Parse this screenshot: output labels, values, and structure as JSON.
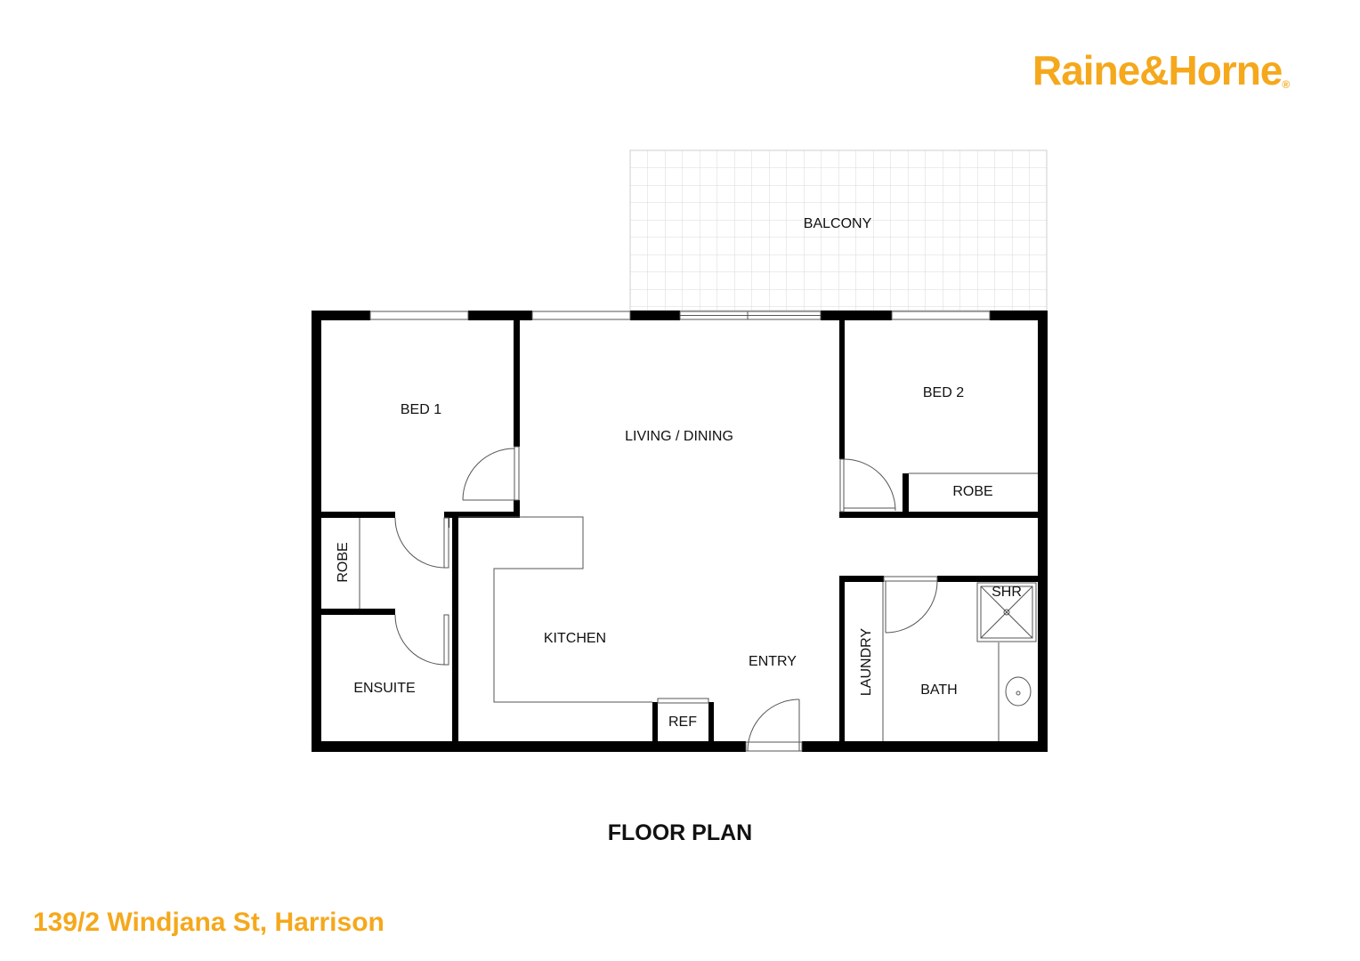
{
  "brand": {
    "name": "Raine&Horne",
    "registered_mark": "®",
    "color": "#F5A81C"
  },
  "floor_plan": {
    "title": "FLOOR PLAN",
    "rooms": {
      "balcony": "BALCONY",
      "bed1": "BED 1",
      "living_dining": "LIVING / DINING",
      "bed2": "BED 2",
      "robe_bed2": "ROBE",
      "robe_bed1": "ROBE",
      "kitchen": "KITCHEN",
      "entry": "ENTRY",
      "ensuite": "ENSUITE",
      "ref": "REF",
      "laundry": "LAUNDRY",
      "bath": "BATH",
      "shower": "SHR"
    },
    "colors": {
      "wall": "#000000",
      "grid": "#d8d8d8",
      "line": "#555555"
    }
  },
  "address": "139/2 Windjana St, Harrison"
}
